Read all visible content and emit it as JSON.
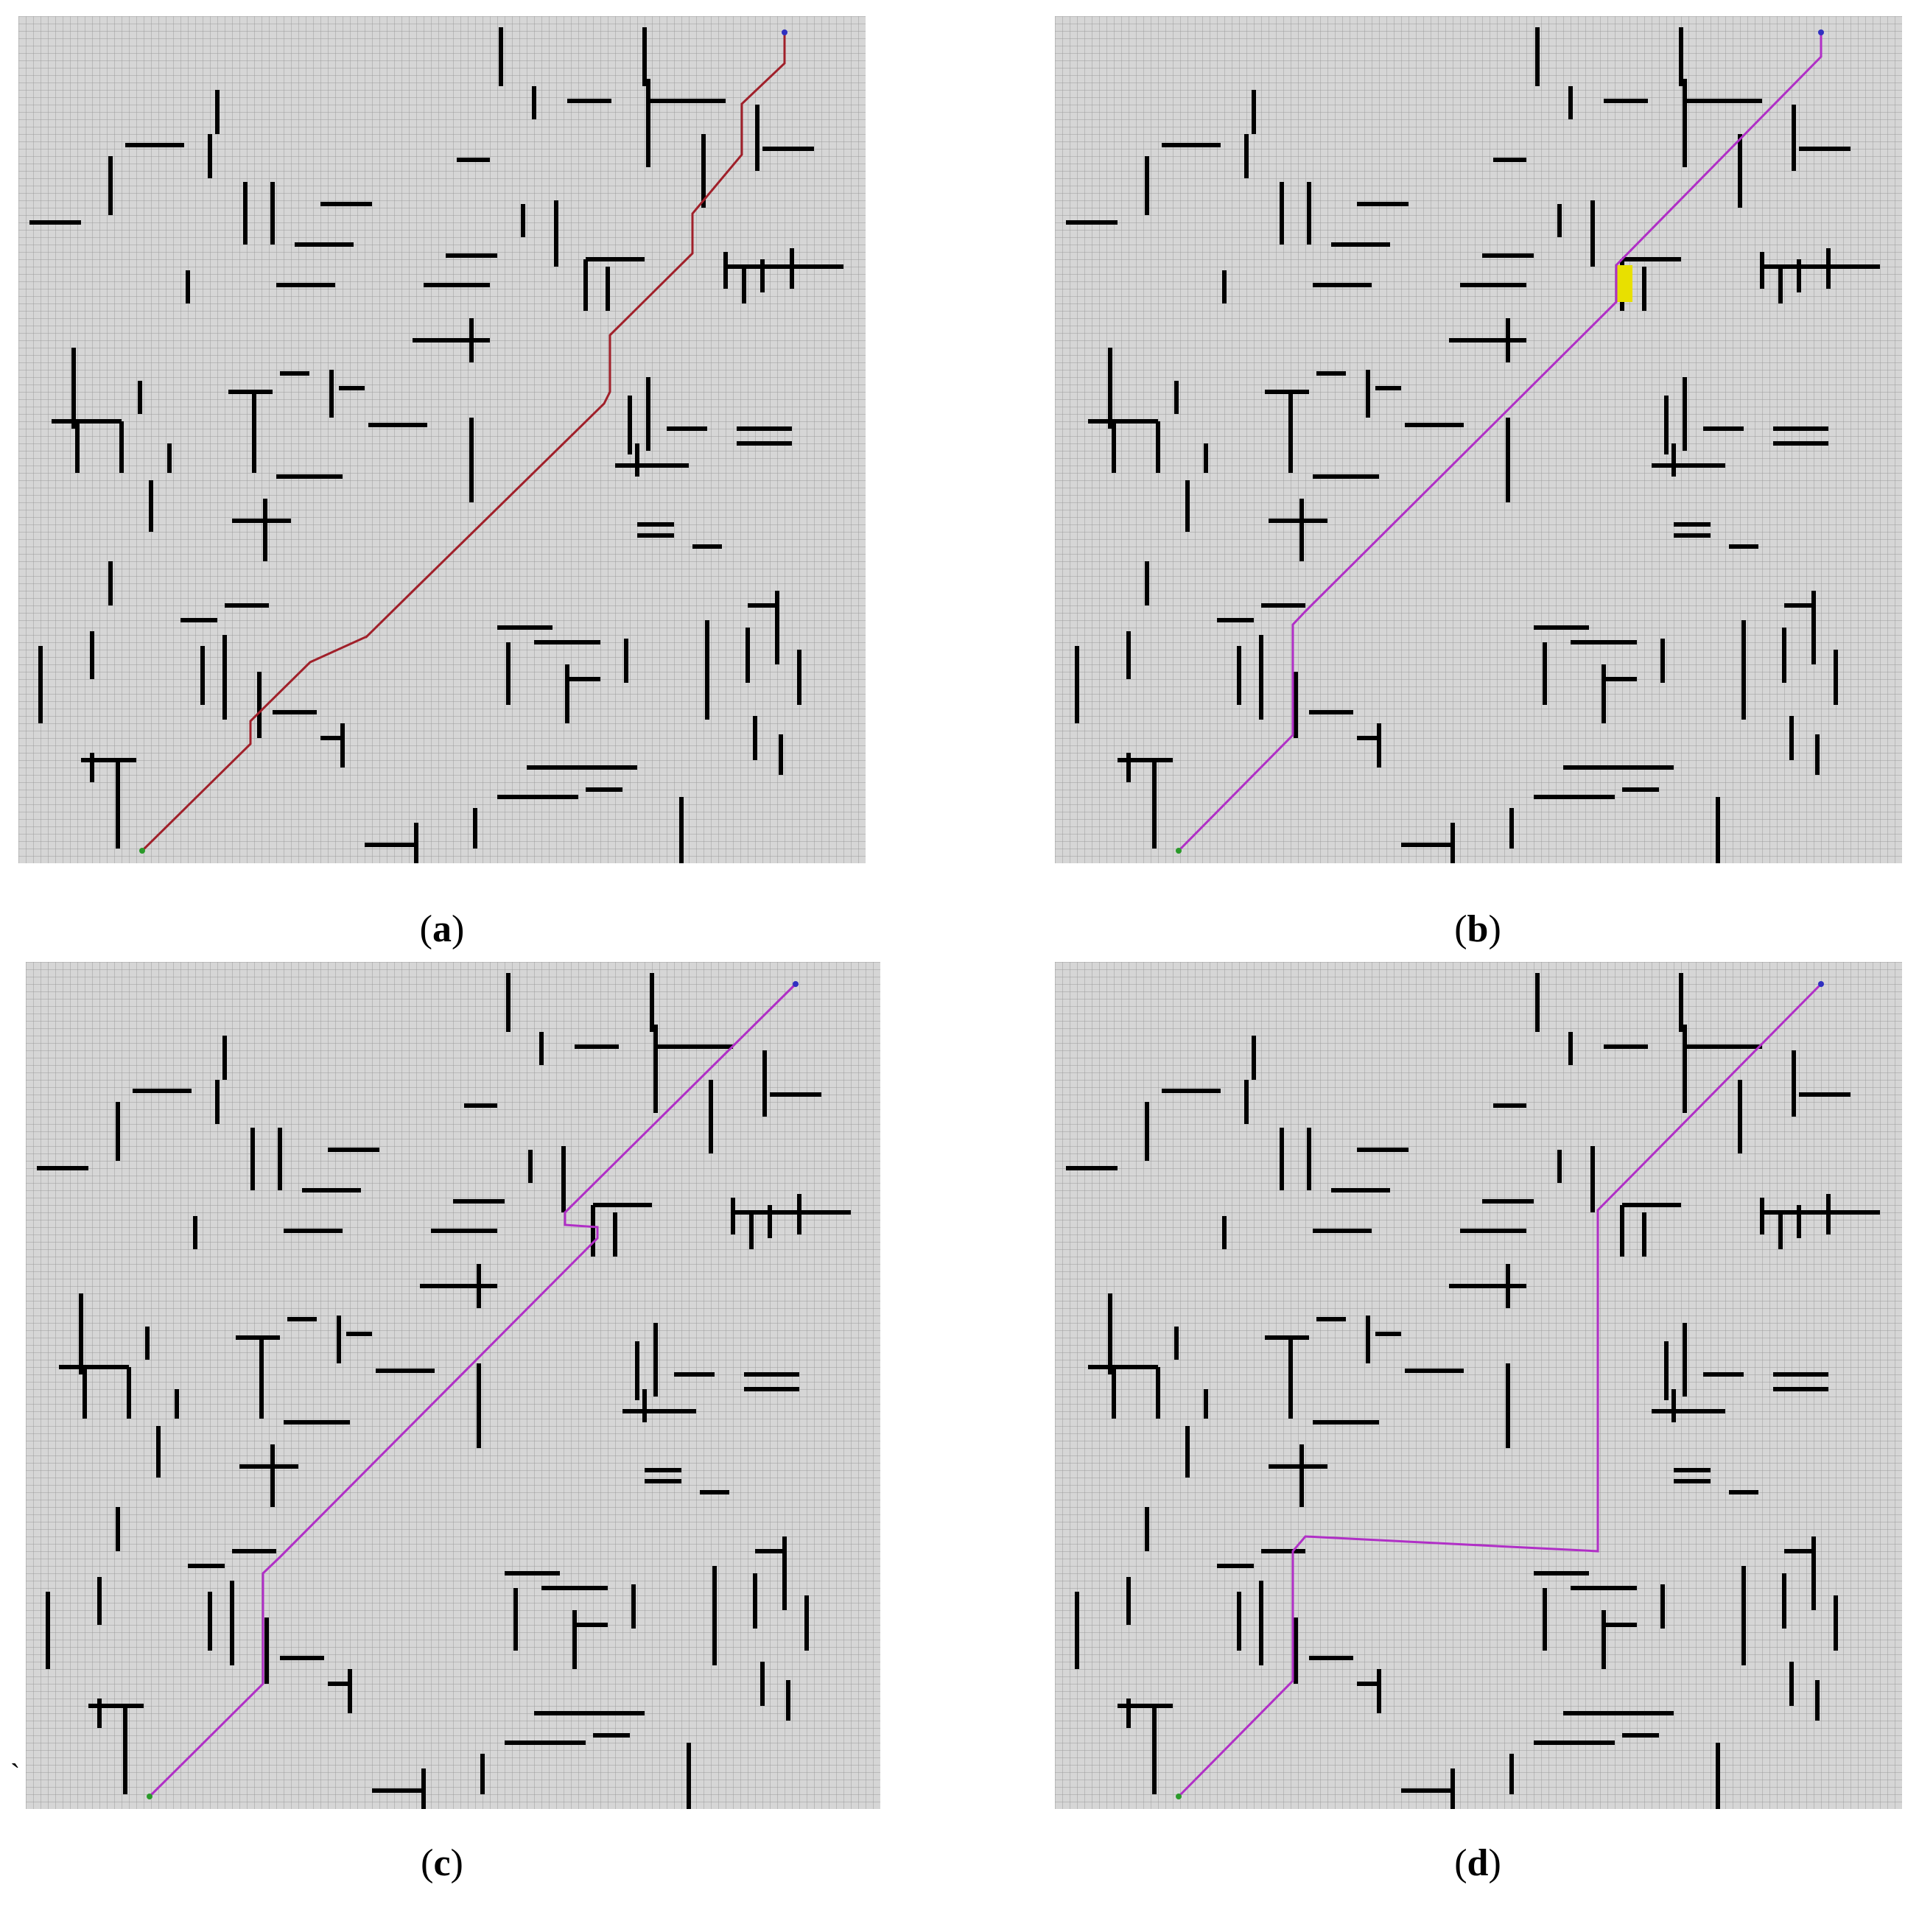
{
  "captions": {
    "a": {
      "open": "(",
      "letter": "a",
      "close": ")"
    },
    "b": {
      "open": "(",
      "letter": "b",
      "close": ")"
    },
    "c": {
      "open": "(",
      "letter": "c",
      "close": ")"
    },
    "d": {
      "open": "(",
      "letter": "d",
      "close": ")"
    }
  },
  "stray_mark": "`",
  "colors": {
    "grid_background": "#d6d6d6",
    "grid_line": "#9c9c9c",
    "obstacle": "#000000",
    "path_a": "#a0202a",
    "path_bcd": "#b02fc6",
    "highlight_b": "#e8e000",
    "start_marker": "#2a9a2a",
    "goal_marker": "#3030c0"
  },
  "icons": {
    "start": "start-point-marker",
    "goal": "goal-point-marker"
  }
}
